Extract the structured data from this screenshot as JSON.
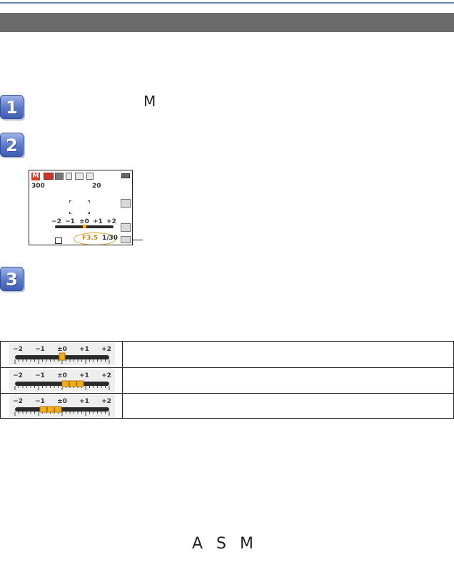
{
  "steps": [
    {
      "number": "1",
      "mode_letter": "M"
    },
    {
      "number": "2"
    },
    {
      "number": "3"
    }
  ],
  "camera_screen": {
    "mode_badge": "M",
    "shots_remaining": "300",
    "zoom_indicator": "20",
    "aperture_value": "F3.5",
    "shutter_value": "1/30",
    "exposure_scale_labels": [
      "−2",
      "−1",
      "±0",
      "+1",
      "+2"
    ]
  },
  "meter_table": {
    "scale_labels": [
      "−2",
      "−1",
      "±0",
      "+1",
      "+2"
    ],
    "rows": [
      {
        "fill_from": 0.0,
        "fill_to": 0.0,
        "description": ""
      },
      {
        "fill_from": 0.0,
        "fill_to": 1.0,
        "description": ""
      },
      {
        "fill_from": -1.0,
        "fill_to": 0.0,
        "description": ""
      }
    ],
    "highlight_color": "#f0ad1c"
  },
  "footer_modes": "A S M",
  "colors": {
    "section_bar": "#6b6b6b",
    "top_rule": "#6e85b8",
    "step_badge": "#5a78c8"
  }
}
